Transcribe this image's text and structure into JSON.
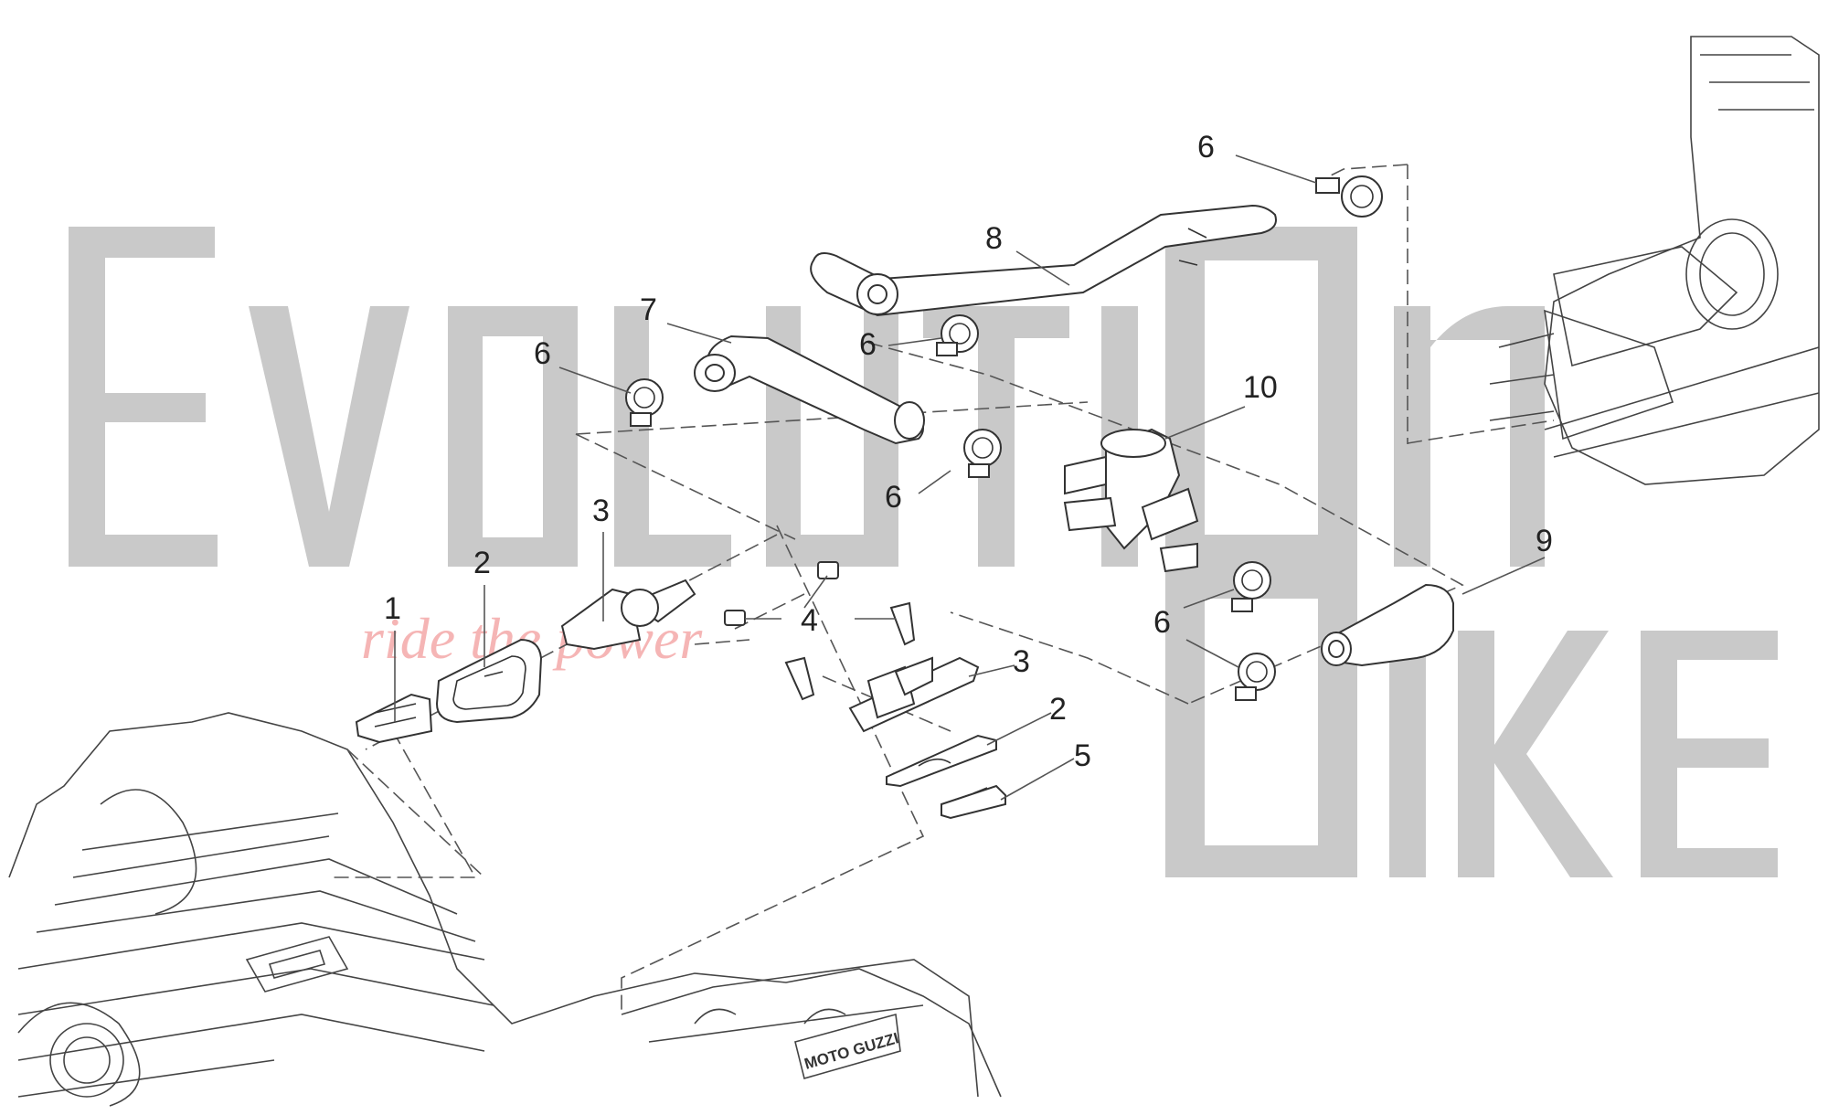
{
  "watermark": {
    "line1": "EvOLUTIOn",
    "line2": "BIKE",
    "tagline": "ride the power"
  },
  "engine_brand": "MOTO GUZZI",
  "callouts": [
    {
      "label": "1"
    },
    {
      "label": "2"
    },
    {
      "label": "3"
    },
    {
      "label": "4"
    },
    {
      "label": "6"
    },
    {
      "label": "7"
    },
    {
      "label": "6"
    },
    {
      "label": "8"
    },
    {
      "label": "6"
    },
    {
      "label": "10"
    },
    {
      "label": "6"
    },
    {
      "label": "9"
    },
    {
      "label": "6"
    },
    {
      "label": "3"
    },
    {
      "label": "2"
    },
    {
      "label": "5"
    }
  ]
}
